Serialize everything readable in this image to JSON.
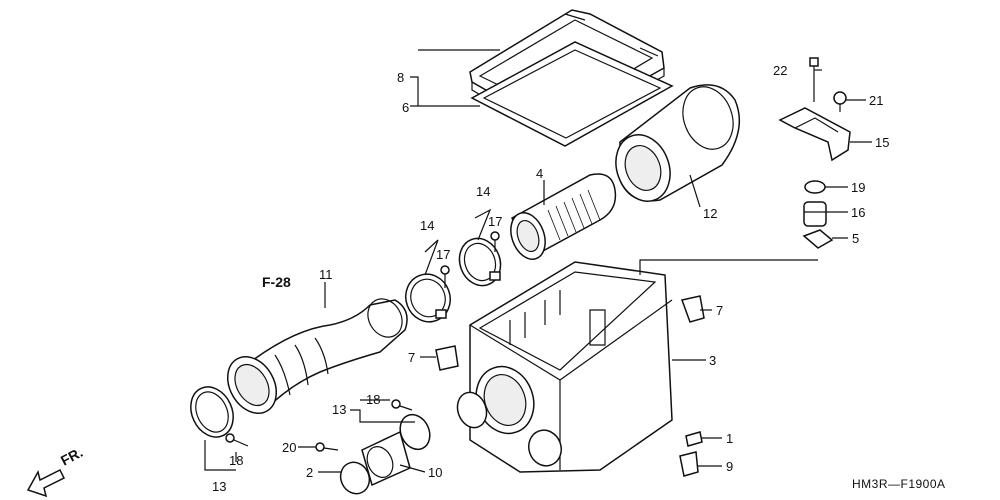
{
  "diagram": {
    "code": "HM3R—F1900A",
    "ref": "F-28",
    "direction": "FR.",
    "callouts": [
      {
        "id": "c8",
        "text": "8"
      },
      {
        "id": "c6",
        "text": "6"
      },
      {
        "id": "c22",
        "text": "22"
      },
      {
        "id": "c21",
        "text": "21"
      },
      {
        "id": "c15",
        "text": "15"
      },
      {
        "id": "c4",
        "text": "4"
      },
      {
        "id": "c12",
        "text": "12"
      },
      {
        "id": "c14a",
        "text": "14"
      },
      {
        "id": "c14b",
        "text": "14"
      },
      {
        "id": "c17a",
        "text": "17"
      },
      {
        "id": "c17b",
        "text": "17"
      },
      {
        "id": "c19",
        "text": "19"
      },
      {
        "id": "c16",
        "text": "16"
      },
      {
        "id": "c5",
        "text": "5"
      },
      {
        "id": "c11",
        "text": "11"
      },
      {
        "id": "c7a",
        "text": "7"
      },
      {
        "id": "c7b",
        "text": "7"
      },
      {
        "id": "c3",
        "text": "3"
      },
      {
        "id": "c13a",
        "text": "13"
      },
      {
        "id": "c18a",
        "text": "18"
      },
      {
        "id": "c20",
        "text": "20"
      },
      {
        "id": "c2",
        "text": "2"
      },
      {
        "id": "c10",
        "text": "10"
      },
      {
        "id": "c18b",
        "text": "18"
      },
      {
        "id": "c13b",
        "text": "13"
      },
      {
        "id": "c1",
        "text": "1"
      },
      {
        "id": "c9",
        "text": "9"
      }
    ]
  }
}
